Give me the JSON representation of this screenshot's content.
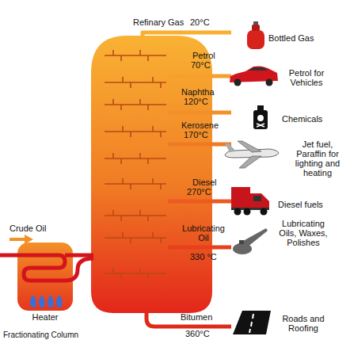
{
  "diagram": {
    "nodes": [
      {
        "text": [
          "Heater"
        ]
      }
    ],
    "labels": [
      "Refinary Gas",
      "20°C",
      "Bottled Gas",
      "Petrol",
      "70°C",
      "Petrol for Vehicles",
      "Naphtha",
      "120°C",
      "Chemicals",
      "Kerosene",
      "170°C",
      "Jet fuel, Paraffin for lighting and heating",
      "Diesel",
      "270°C",
      "Diesel fuels",
      "Crude Oil",
      "Lubricating Oil",
      "Lubricating Oils, Waxes, Polishes",
      "330 °C",
      "Bitumen",
      "Roads and Roofing",
      "360°C",
      "Fractionating Column"
    ]
  }
}
